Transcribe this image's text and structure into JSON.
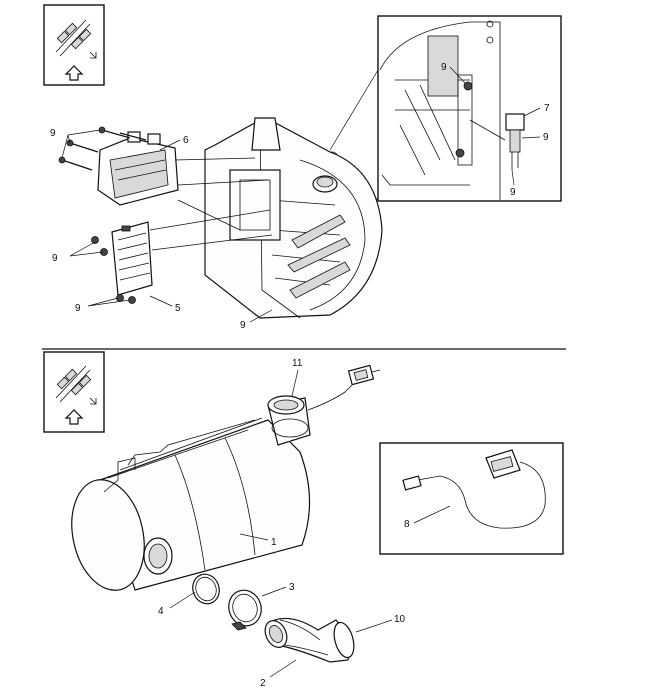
{
  "labels": {
    "top_9a": "9",
    "top_6": "6",
    "top_9b": "9",
    "top_9c": "9",
    "top_5": "5",
    "top_9d": "9",
    "detail_9a": "9",
    "detail_7": "7",
    "detail_9b": "9",
    "detail_9c": "9",
    "bot_11": "11",
    "bot_1": "1",
    "bot_3": "3",
    "bot_4": "4",
    "bot_10": "10",
    "bot_2": "2",
    "bot_8": "8"
  },
  "icons": {
    "orientation_top": "vehicle-direction-icon",
    "orientation_bottom": "vehicle-direction-icon"
  }
}
